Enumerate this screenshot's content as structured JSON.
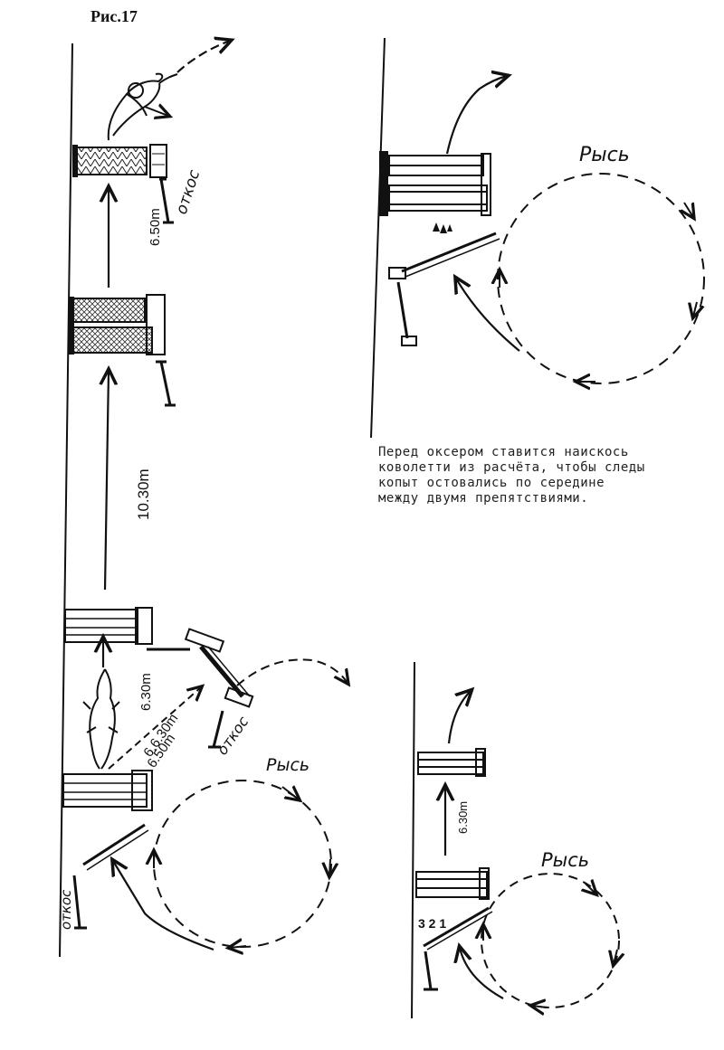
{
  "figure_label": "Рис.17",
  "labels": {
    "d1_otkos": "откос",
    "d1_dist_top": "6.50m",
    "d1_dist_mid": "10.30m",
    "d1_dist_a": "6.30m",
    "d1_dist_b": "6.6.30m",
    "d1_dist_c": "6.50m",
    "d1_otkos_right": "откос",
    "d1_trot": "Рысь",
    "d1_otkos_low": "откос",
    "d2_trot": "Рысь",
    "d3_dist": "6.30m",
    "d3_trot": "Рысь",
    "d3_numbers": "3 2 1"
  },
  "note_lines": [
    "Перед оксером  ставится наискось",
    "ковoлетти из расчёта, чтобы следы",
    "копыт остовались по середине",
    "между двумя препятствиями."
  ]
}
